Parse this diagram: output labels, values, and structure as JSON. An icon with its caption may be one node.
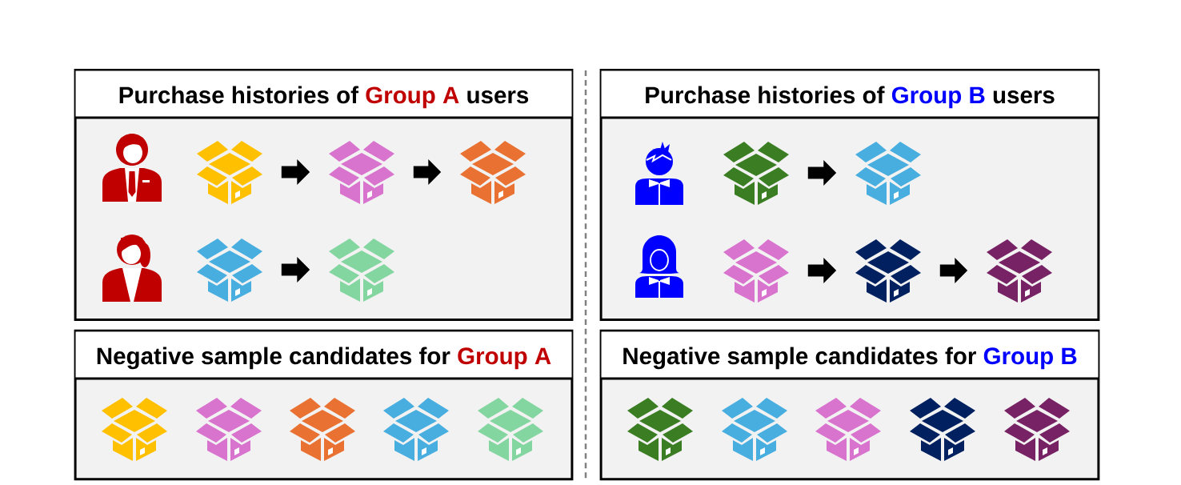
{
  "diagram": {
    "nodes": [
      {
        "text": [
          "Purchase histories of",
          "Group A",
          "users"
        ]
      },
      {
        "text": [],
        "shape": "person",
        "in": 0
      },
      {
        "text": [],
        "shape": "picture",
        "in": 0
      },
      {
        "text": [],
        "shape": "picture",
        "in": 0
      },
      {
        "text": [],
        "shape": "picture",
        "in": 0
      },
      {
        "text": [],
        "shape": "person",
        "in": 0
      },
      {
        "text": [],
        "shape": "picture",
        "in": 0
      },
      {
        "text": [],
        "shape": "picture",
        "in": 0
      },
      {
        "text": [
          "Purchase histories of",
          "Group B",
          "users"
        ]
      },
      {
        "text": [],
        "shape": "person",
        "in": 8
      },
      {
        "text": [],
        "shape": "picture",
        "in": 8
      },
      {
        "text": [],
        "shape": "picture",
        "in": 8
      },
      {
        "text": [],
        "shape": "person",
        "in": 8
      },
      {
        "text": [],
        "shape": "picture",
        "in": 8
      },
      {
        "text": [],
        "shape": "picture",
        "in": 8
      },
      {
        "text": [],
        "shape": "picture",
        "in": 8
      },
      {
        "text": [
          "Negative sample candidates for",
          "Group A"
        ]
      },
      {
        "text": [],
        "shape": "picture",
        "in": 16
      },
      {
        "text": [],
        "shape": "picture",
        "in": 16
      },
      {
        "text": [],
        "shape": "picture",
        "in": 16
      },
      {
        "text": [],
        "shape": "picture",
        "in": 16
      },
      {
        "text": [],
        "shape": "picture",
        "in": 16
      },
      {
        "text": [
          "Negative sample candidates for",
          "Group B"
        ]
      },
      {
        "text": [],
        "shape": "picture",
        "in": 22
      },
      {
        "text": [],
        "shape": "picture",
        "in": 22
      },
      {
        "text": [],
        "shape": "picture",
        "in": 22
      },
      {
        "text": [],
        "shape": "picture",
        "in": 22
      },
      {
        "text": [],
        "shape": "picture",
        "in": 22
      }
    ],
    "edges": [
      {
        "from": 2,
        "to": 3,
        "arrow": "to"
      },
      {
        "from": 3,
        "to": 4,
        "arrow": "to"
      },
      {
        "from": 6,
        "to": 7,
        "arrow": "to"
      },
      {
        "from": 10,
        "to": 11,
        "arrow": "to"
      },
      {
        "from": 13,
        "to": 14,
        "arrow": "to"
      },
      {
        "from": 14,
        "to": 15,
        "arrow": "to"
      }
    ]
  }
}
